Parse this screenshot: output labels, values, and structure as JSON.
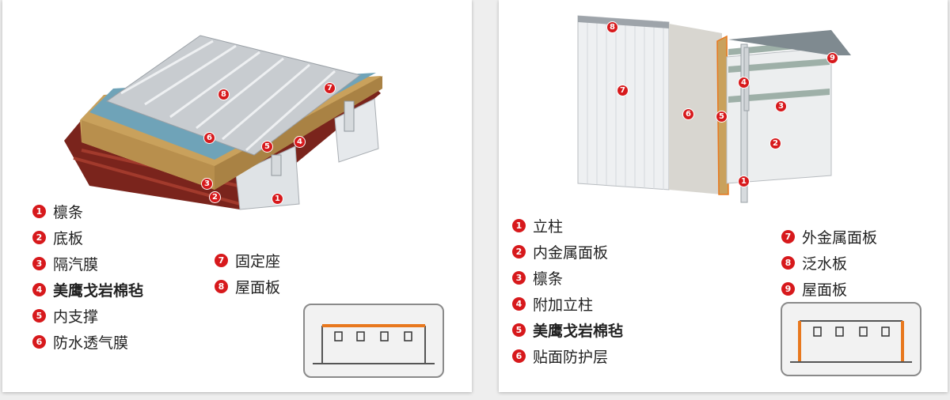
{
  "left": {
    "legend": [
      {
        "num": "1",
        "label": "檩条"
      },
      {
        "num": "2",
        "label": "底板"
      },
      {
        "num": "3",
        "label": "隔汽膜"
      },
      {
        "num": "4",
        "label": "美鹰戈岩棉毡"
      },
      {
        "num": "5",
        "label": "内支撑"
      },
      {
        "num": "6",
        "label": "防水透气膜"
      },
      {
        "num": "7",
        "label": "固定座"
      },
      {
        "num": "8",
        "label": "屋面板"
      }
    ]
  },
  "right": {
    "legend": [
      {
        "num": "1",
        "label": "立柱"
      },
      {
        "num": "2",
        "label": "内金属面板"
      },
      {
        "num": "3",
        "label": "檩条"
      },
      {
        "num": "4",
        "label": "附加立柱"
      },
      {
        "num": "5",
        "label": "美鹰戈岩棉毡"
      },
      {
        "num": "6",
        "label": "贴面防护层"
      },
      {
        "num": "7",
        "label": "外金属面板"
      },
      {
        "num": "8",
        "label": "泛水板"
      },
      {
        "num": "9",
        "label": "屋面板"
      }
    ]
  },
  "colors": {
    "marker": "#d7191c",
    "highlight_edge": "#e8781e",
    "rockwool": "#c9a15c",
    "membrane": "#6fa3b8",
    "roof_metal": "#c8ccd0",
    "base_deck": "#8a2a20"
  }
}
